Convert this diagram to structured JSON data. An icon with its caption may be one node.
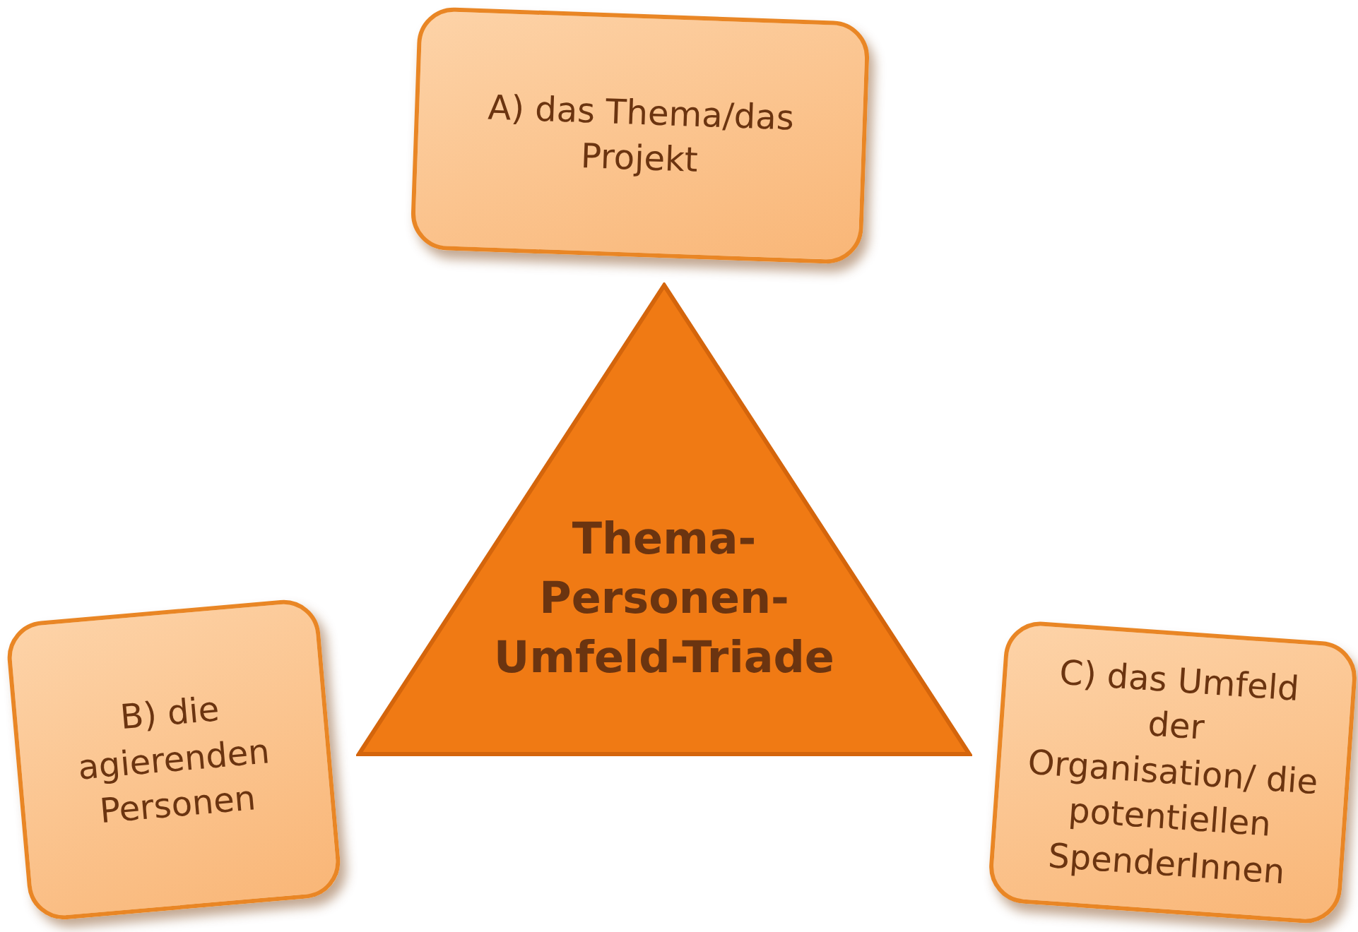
{
  "diagram": {
    "nodes": [
      {
        "text": [
          "A) das Thema/das Projekt"
        ]
      },
      {
        "text": [
          "Thema-Personen-Umfeld-Triade"
        ]
      },
      {
        "text": [
          "B) die agierenden Personen"
        ]
      },
      {
        "text": [
          "C) das Umfeld der Organisation/ die potentiellen SpenderInnen"
        ]
      }
    ]
  }
}
